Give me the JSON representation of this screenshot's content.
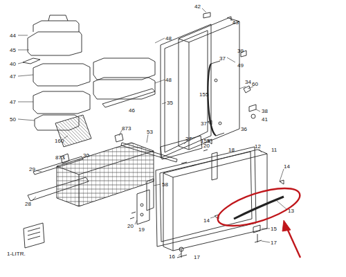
{
  "diagram": {
    "labels": [
      "44",
      "45",
      "40",
      "47",
      "48",
      "48",
      "47",
      "46",
      "50",
      "42",
      "43",
      "39",
      "37",
      "49",
      "34",
      "35",
      "155",
      "60",
      "37",
      "36",
      "155",
      "38",
      "41",
      "160",
      "873",
      "873",
      "53",
      "30",
      "27",
      "20",
      "18",
      "12",
      "11",
      "14",
      "29",
      "28",
      "58",
      "20",
      "19",
      "14",
      "13",
      "15",
      "17",
      "16",
      "17",
      "1-LITR."
    ]
  }
}
